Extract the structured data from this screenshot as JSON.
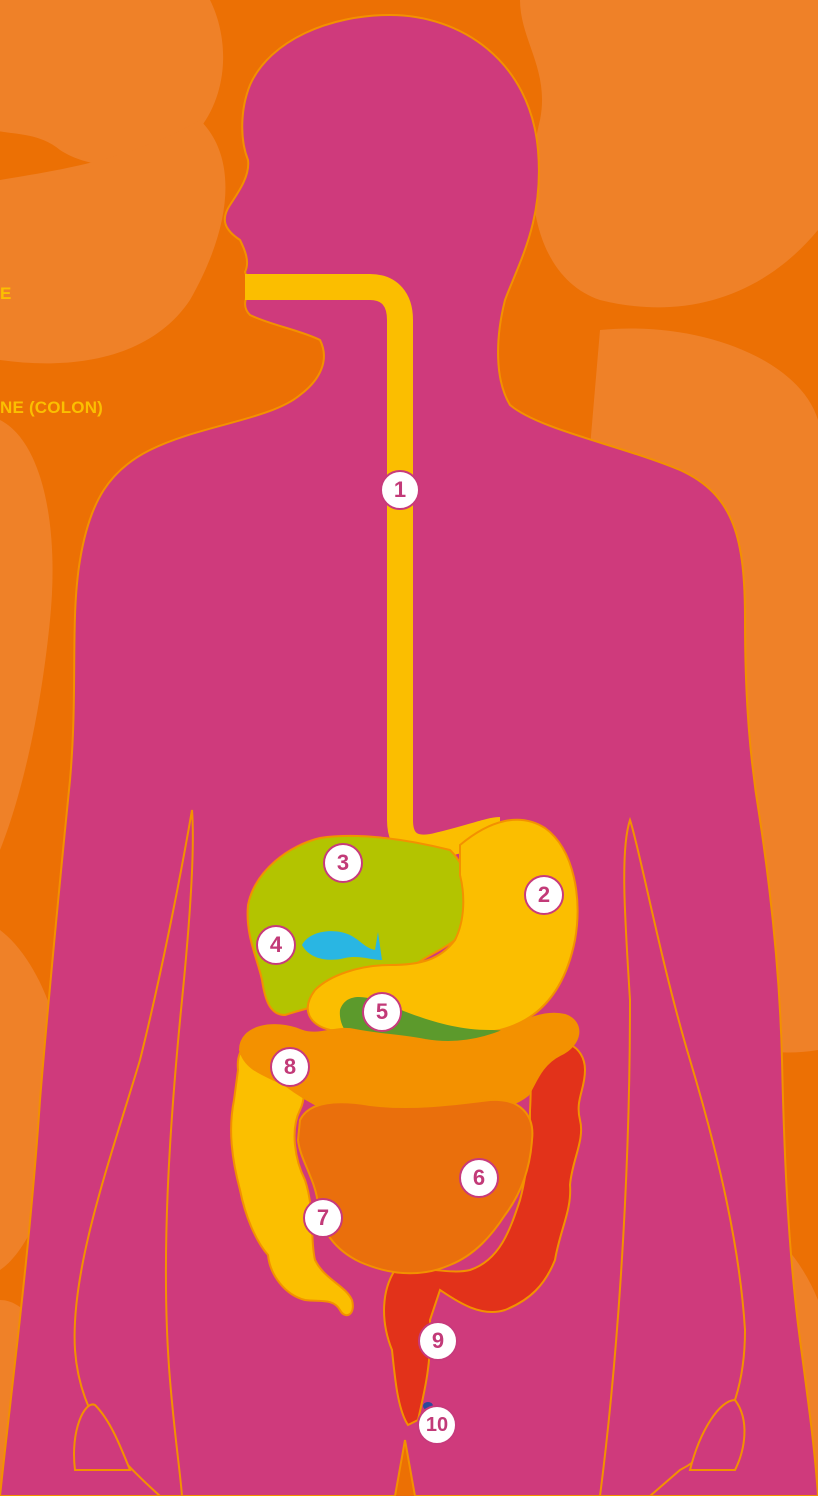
{
  "side_labels": {
    "label_upper": "E",
    "label_lower": "NE (COLON)"
  },
  "numbers": {
    "n1": "1",
    "n2": "2",
    "n3": "3",
    "n4": "4",
    "n5": "5",
    "n6": "6",
    "n7": "7",
    "n8": "8",
    "n9": "9",
    "n10": "10"
  },
  "colors": {
    "background": "#ec7004",
    "background_shapes": "#ef8128",
    "body": "#cf3a7c",
    "esophagus_stomach": "#fbbe00",
    "liver": "#b3c400",
    "gallbladder": "#29b6e3",
    "pancreas": "#5c9a2c",
    "large_intestine": "#f39100",
    "small_intestine": "#ea6f0c",
    "appendix_ascending": "#fbbf00",
    "rectum": "#e2321a",
    "anus": "#2b4a9c"
  }
}
